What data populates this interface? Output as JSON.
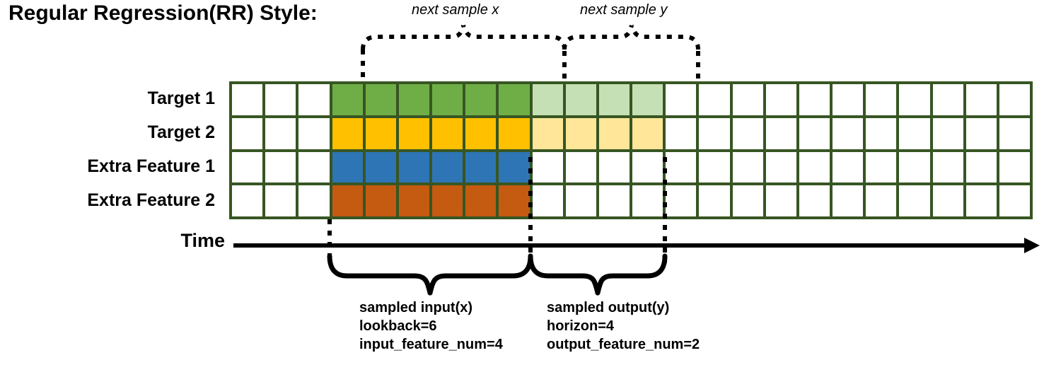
{
  "title": "Regular Regression(RR) Style:",
  "callouts": {
    "next_sample_x": "next sample x",
    "next_sample_y": "next sample y"
  },
  "rows": [
    {
      "label": "Target 1",
      "key": "target-1"
    },
    {
      "label": "Target 2",
      "key": "target-2"
    },
    {
      "label": "Extra Feature 1",
      "key": "extra-feature-1"
    },
    {
      "label": "Extra Feature 2",
      "key": "extra-feature-2"
    }
  ],
  "axis": {
    "label": "Time"
  },
  "grid": {
    "columns": 24,
    "rows": 4,
    "border_color": "#375623",
    "empty_color": "#ffffff",
    "input_start_col": 4,
    "input_end_col": 9,
    "output_start_col": 10,
    "output_end_col": 13,
    "fills": {
      "target_1_input": "#6FAE46",
      "target_1_output": "#C5E0B4",
      "target_2_input": "#FFC000",
      "target_2_output": "#FFE699",
      "extra_feature_1_input": "#2E75B6",
      "extra_feature_2_input": "#C55A11"
    },
    "row_fill_map": [
      {
        "input": "#6FAE46",
        "output": "#C5E0B4"
      },
      {
        "input": "#FFC000",
        "output": "#FFE699"
      },
      {
        "input": "#2E75B6",
        "output": null
      },
      {
        "input": "#C55A11",
        "output": null
      }
    ]
  },
  "annotations": {
    "input": {
      "line1": "sampled input(x)",
      "line2": "lookback=6",
      "line3": "input_feature_num=4"
    },
    "output": {
      "line1": "sampled output(y)",
      "line2": "horizon=4",
      "line3": "output_feature_num=2"
    }
  },
  "chart_data": {
    "type": "heatmap",
    "title": "Regular Regression(RR) Style:",
    "categories": [
      "Target 1",
      "Target 2",
      "Extra Feature 1",
      "Extra Feature 2"
    ],
    "total_timesteps": 24,
    "lookback": 6,
    "horizon": 4,
    "input_feature_num": 4,
    "output_feature_num": 2,
    "input_window_cols": [
      4,
      5,
      6,
      7,
      8,
      9
    ],
    "output_window_cols": [
      10,
      11,
      12,
      13
    ],
    "grid": "on",
    "legend": "none"
  }
}
